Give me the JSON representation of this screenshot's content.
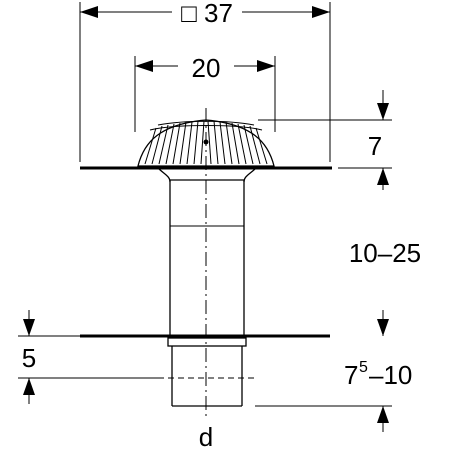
{
  "diagram": {
    "dims": {
      "square_width": "□ 37",
      "inner_width": "20",
      "grate_height": "7",
      "body_length": "10–25",
      "lower_offset": "5",
      "spigot_length_base": "7",
      "spigot_length_sup": "5",
      "spigot_length_rest": "–10",
      "diameter": "d"
    }
  }
}
